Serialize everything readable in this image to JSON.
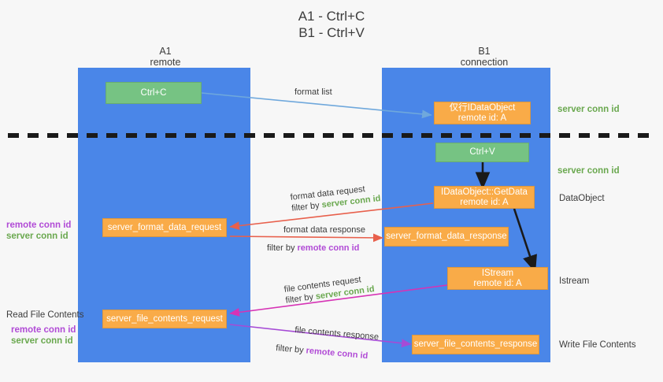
{
  "title": {
    "line1": "A1 - Ctrl+C",
    "line2": "B1 - Ctrl+V"
  },
  "lanes": [
    {
      "name": "A1",
      "sub": "remote"
    },
    {
      "name": "B1",
      "sub": "connection"
    }
  ],
  "boxes": {
    "ctrl_c": "Ctrl+C",
    "ctrl_v": "Ctrl+V",
    "idataobject": "仅行IDataObject\nremote id: A",
    "idataobject_getdata": "IDataObject::GetData\nremote id: A",
    "istream": "IStream\nremote id: A",
    "server_format_data_request": "server_format_data_request",
    "server_format_data_response": "server_format_data_response",
    "server_file_contents_request": "server_file_contents_request",
    "server_file_contents_response": "server_file_contents_response"
  },
  "right_labels": {
    "server_conn_id_top": "server conn id",
    "server_conn_id_mid": "server conn id",
    "dataobject": "DataObject",
    "istream": "Istream",
    "write_file_contents": "Write File Contents"
  },
  "left_labels": {
    "remote_conn_id_1": "remote conn id",
    "server_conn_id_1": "server conn id",
    "read_file_contents": "Read File Contents",
    "remote_conn_id_2": "remote conn id",
    "server_conn_id_2": "server conn id"
  },
  "edges": {
    "format_list": "format list",
    "format_data_request": "format data request",
    "format_data_request_filter_prefix": "filter by ",
    "format_data_request_filter_key": "server conn id",
    "format_data_response": "format data response",
    "format_data_response_filter_prefix": "filter by ",
    "format_data_response_filter_key": "remote conn id",
    "file_contents_request": "file contents request",
    "file_contents_request_filter_prefix": "filter by ",
    "file_contents_request_filter_key": "server conn id",
    "file_contents_response": "file contents response",
    "file_contents_response_filter_prefix": "filter by ",
    "file_contents_response_filter_key": "remote conn id"
  },
  "colors": {
    "lane": "#4a86e8",
    "green_box": "#76c383",
    "orange_box": "#f9ab48",
    "green_text": "#6aa84f",
    "purple_text": "#b14bd6",
    "blue_arrow": "#6fa8dc",
    "red_arrow": "#e8604c",
    "magenta_arrow": "#d633b5",
    "purple_arrow": "#a64bd6",
    "black_arrow": "#1a1a1a",
    "background": "#f7f7f7"
  }
}
